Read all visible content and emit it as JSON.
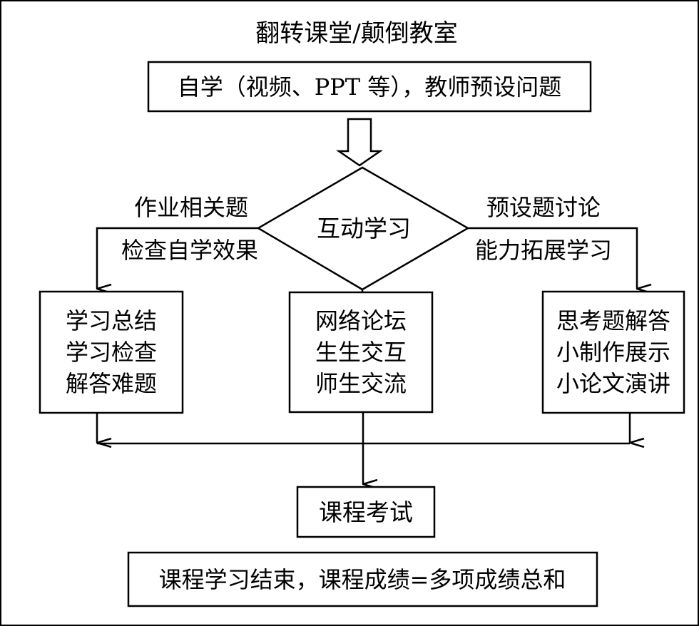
{
  "title": "翻转课堂/颠倒教室",
  "top_box": "自学（视频、PPT 等），教师预设问题",
  "center_diamond": "互动学习",
  "left_branch": {
    "top_label": "作业相关题",
    "bottom_label": "检查自学效果"
  },
  "right_branch": {
    "top_label": "预设题讨论",
    "bottom_label": "能力拓展学习"
  },
  "left_box": {
    "lines": [
      "学习总结",
      "学习检查",
      "解答难题"
    ]
  },
  "middle_box": {
    "lines": [
      "网络论坛",
      "生生交互",
      "师生交流"
    ]
  },
  "right_box": {
    "lines": [
      "思考题解答",
      "小制作展示",
      "小论文演讲"
    ]
  },
  "exam_box": "课程考试",
  "final_box": "课程学习结束，课程成绩=多项成绩总和"
}
